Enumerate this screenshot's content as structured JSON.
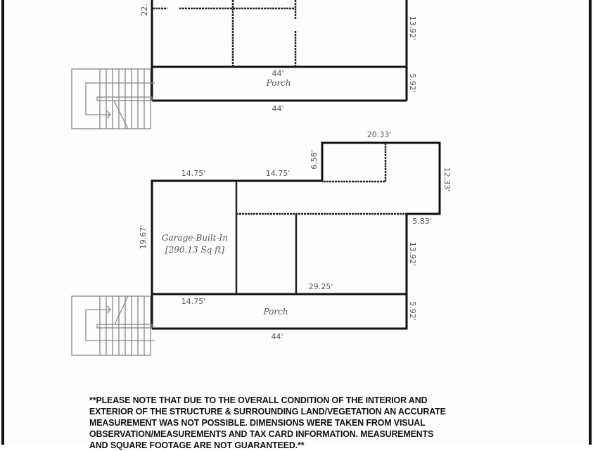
{
  "upper_plan": {
    "left_height_partial": "22.",
    "right_upper_height": "13.92'",
    "porch_top_width": "44'",
    "porch_label": "Porch",
    "porch_height": "5.92'",
    "porch_bottom_width": "44'"
  },
  "lower_plan": {
    "top_left_width": "14.75'",
    "top_mid_width": "14.75'",
    "bump_height": "6.58'",
    "bump_width": "20.33'",
    "bump_right_height": "12.33'",
    "step_width": "5.83'",
    "left_height": "19.67'",
    "garage_label": "Garage-Built-In",
    "garage_area": "[290.13 Sq ft]",
    "right_height": "13.92'",
    "inner_width": "29.25'",
    "porch_left_width": "14.75'",
    "porch_label": "Porch",
    "porch_height": "5.92'",
    "porch_bottom_width": "44'"
  },
  "disclaimer": {
    "text": "**PLEASE NOTE THAT DUE TO THE OVERALL CONDITION OF THE INTERIOR AND\nEXTERIOR OF THE STRUCTURE & SURROUNDING LAND/VEGETATION AN ACCURATE\nMEASUREMENT WAS NOT POSSIBLE. DIMENSIONS WERE TAKEN FROM VISUAL\nOBSERVATION/MEASUREMENTS AND TAX CARD INFORMATION. MEASUREMENTS\nAND SQUARE FOOTAGE ARE NOT GUARANTEED.**"
  }
}
